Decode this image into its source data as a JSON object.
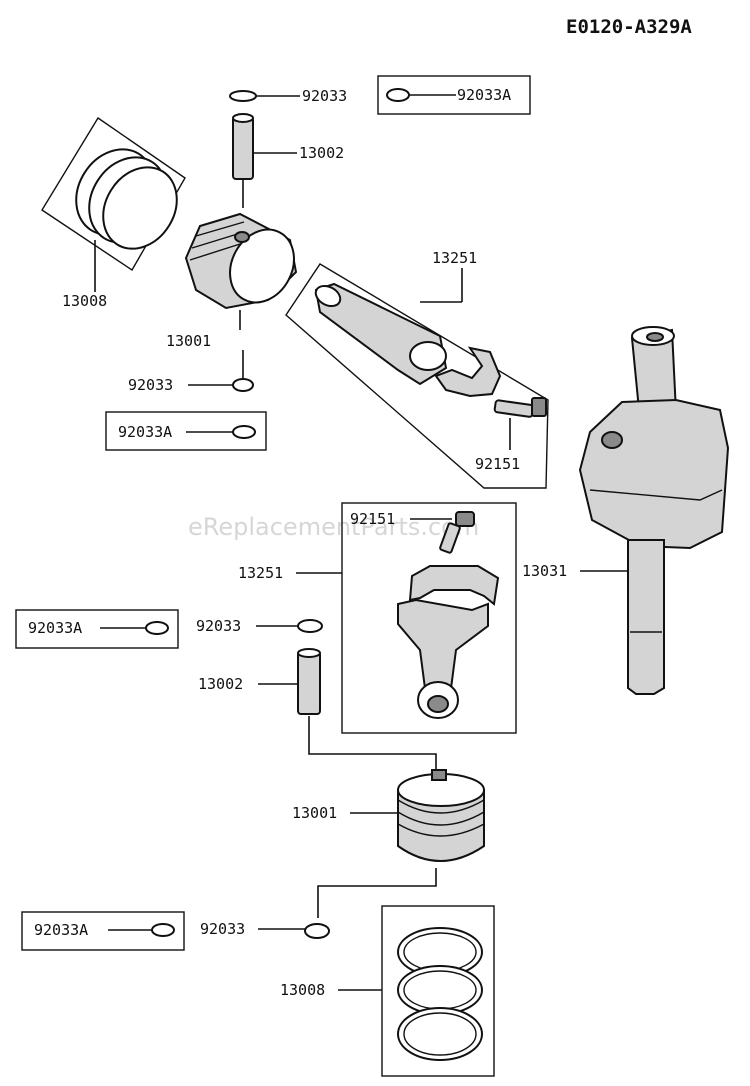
{
  "diagram": {
    "code": "E0120-A329A",
    "watermark": "eReplacementParts.com",
    "labels": {
      "top_circlip": "92033",
      "top_circlip_a": "92033A",
      "top_pin": "13002",
      "top_rings": "13008",
      "top_piston": "13001",
      "top_circlip2": "92033",
      "top_circlip2_a": "92033A",
      "top_rod": "13251",
      "top_rod_bolt": "92151",
      "mid_rod_bolt": "92151",
      "mid_rod": "13251",
      "crankshaft": "13031",
      "mid_circlip_a": "92033A",
      "mid_circlip": "92033",
      "mid_pin": "13002",
      "bottom_piston": "13001",
      "bottom_circlip_a": "92033A",
      "bottom_circlip": "92033",
      "bottom_rings": "13008"
    }
  }
}
